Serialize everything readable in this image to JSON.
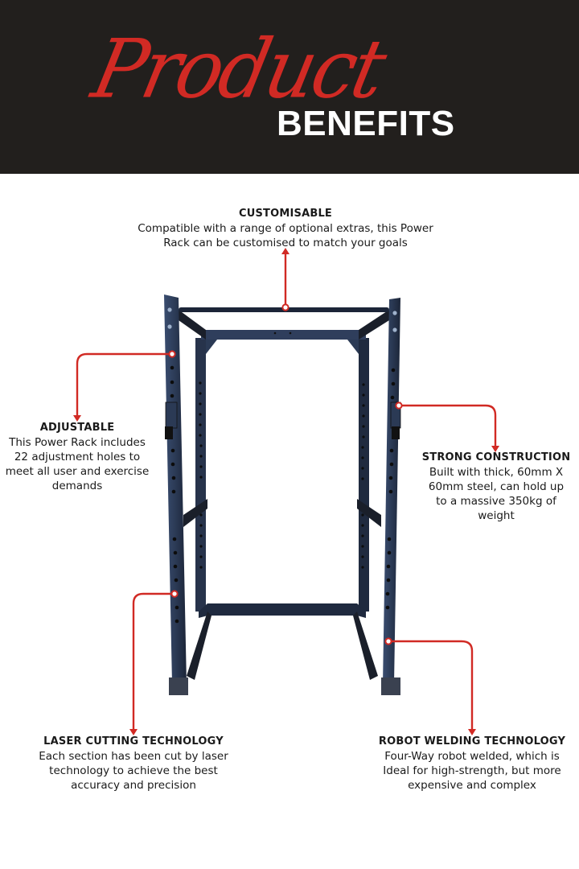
{
  "header": {
    "script_title": "Product",
    "bold_title": "BENEFITS",
    "background_color": "#221f1d",
    "accent_color": "#d12a24"
  },
  "image": {
    "subject": "power-rack",
    "frame_color": "#2b3a55"
  },
  "callouts": [
    {
      "id": "customisable",
      "title": "CUSTOMISABLE",
      "lines": [
        "Compatible with a range of optional extras, this Power",
        "Rack can be customised to match your goals"
      ]
    },
    {
      "id": "adjustable",
      "title": "ADJUSTABLE",
      "lines": [
        "This Power Rack includes",
        "22 adjustment holes to",
        "meet all user and exercise",
        "demands"
      ]
    },
    {
      "id": "strong-construction",
      "title": "STRONG CONSTRUCTION",
      "lines": [
        "Built with thick, 60mm X",
        "60mm steel, can hold up",
        "to a massive 350kg of",
        "weight"
      ]
    },
    {
      "id": "laser-cutting",
      "title": "LASER CUTTING TECHNOLOGY",
      "lines": [
        "Each section has been cut by laser",
        "technology to achieve the best",
        "accuracy and precision"
      ]
    },
    {
      "id": "robot-welding",
      "title": "ROBOT WELDING TECHNOLOGY",
      "lines": [
        "Four-Way robot welded, which is",
        "Ideal for high-strength, but more",
        "expensive and complex"
      ]
    }
  ]
}
